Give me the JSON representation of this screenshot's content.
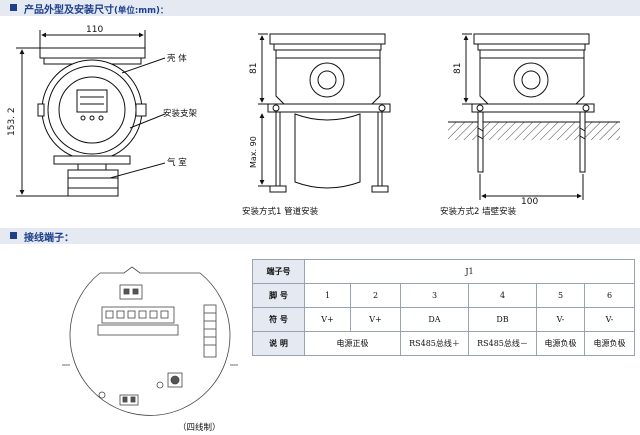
{
  "section1": {
    "title": "产品外型及安装尺寸",
    "unit": "(单位:mm)："
  },
  "section2": {
    "title": "接线端子："
  },
  "drawing1": {
    "dim_width": "110",
    "dim_height": "153. 2",
    "label_housing": "壳 体",
    "label_bracket": "安装支架",
    "label_chamber": "气 室"
  },
  "drawing2": {
    "dim_height": "81",
    "dim_max": "Max. 90",
    "caption": "安装方式1 管道安装"
  },
  "drawing3": {
    "dim_height": "81",
    "dim_width": "100",
    "caption": "安装方式2 墙壁安装"
  },
  "wiring": {
    "caption": "（四线制）"
  },
  "terminal_table": {
    "rows": [
      {
        "label": "端子号",
        "cells": [
          "J1"
        ]
      },
      {
        "label": "脚 号",
        "cells": [
          "1",
          "2",
          "3",
          "4",
          "5",
          "6"
        ]
      },
      {
        "label": "符 号",
        "cells": [
          "V+",
          "V+",
          "DA",
          "DB",
          "V-",
          "V-"
        ]
      },
      {
        "label": "说 明",
        "cells": [
          "电源正极",
          "RS485总线＋",
          "RS485总线－",
          "电源负极",
          "电源负极"
        ]
      }
    ]
  },
  "colors": {
    "accent": "#1e3f8c",
    "header_bg": "#e4e9f2",
    "grid": "#9aa3b3"
  }
}
